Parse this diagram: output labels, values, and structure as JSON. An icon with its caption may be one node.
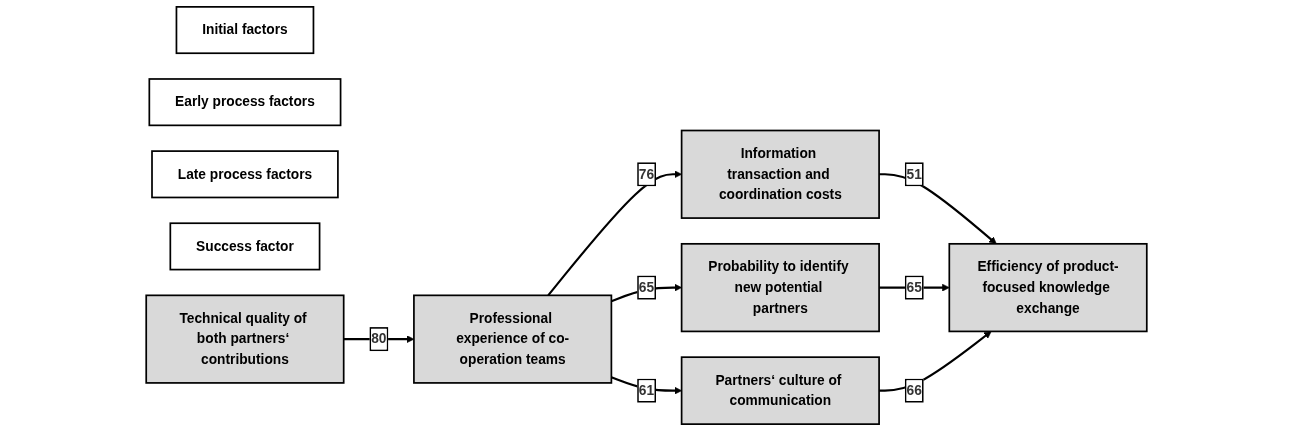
{
  "diagram": {
    "nodes": [
      {
        "text": [
          "Initial factors"
        ]
      },
      {
        "text": [
          "Early process factors"
        ]
      },
      {
        "text": [
          "Late process factors"
        ]
      },
      {
        "text": [
          "Success factor"
        ]
      },
      {
        "text": [
          "Technical quality of both partners‘ contributions"
        ]
      },
      {
        "text": [
          "Professional experience of co-operation teams"
        ]
      },
      {
        "text": [
          "Information transaction and coordination costs"
        ]
      },
      {
        "text": [
          "Probability to identify new potential partners"
        ]
      },
      {
        "text": [
          "Partners‘ culture of communication"
        ]
      },
      {
        "text": [
          "Efficiency of product-focused knowledge exchange"
        ]
      }
    ],
    "edges": [
      {
        "from": 4,
        "to": 5,
        "arrow": "to",
        "label": "80"
      },
      {
        "from": 5,
        "to": 6,
        "arrow": "to",
        "label": "76"
      },
      {
        "from": 5,
        "to": 7,
        "arrow": "to",
        "label": "65"
      },
      {
        "from": 5,
        "to": 8,
        "arrow": "to",
        "label": "61"
      },
      {
        "from": 6,
        "to": 9,
        "arrow": "to",
        "label": "51"
      },
      {
        "from": 7,
        "to": 9,
        "arrow": "to",
        "label": "65"
      },
      {
        "from": 8,
        "to": 9,
        "arrow": "to",
        "label": "66"
      }
    ]
  }
}
